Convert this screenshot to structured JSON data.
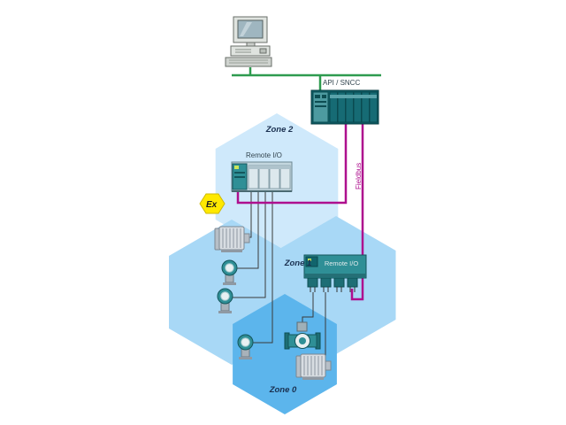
{
  "labels": {
    "api_sncc": "API / SNCC",
    "fieldbus": "Fieldbus",
    "zone2": "Zone 2",
    "zone1": "Zone 1",
    "zone0": "Zone 0",
    "remote_io_zone2": "Remote I/O",
    "remote_io_zone1": "Remote I/O",
    "ex_mark": "Ex"
  },
  "colors": {
    "network_bus_green": "#2e9b4f",
    "fieldbus_purple": "#ae0f8e",
    "zone2_fill": "#cfe9fb",
    "zone1_fill": "#a8d8f6",
    "zone0_fill": "#5cb5ec",
    "device_teal": "#2f8f96",
    "device_teal_dark": "#11646c",
    "ex_symbol_yellow": "#ffe900"
  },
  "icons": [
    {
      "name": "workstation-icon",
      "meaning": "operator workstation PC with monitor and keyboard"
    },
    {
      "name": "plc-icon",
      "meaning": "PLC controller rack connected to supervision network"
    },
    {
      "name": "remote-io-zone2-icon",
      "meaning": "remote I/O station installed in Zone 2"
    },
    {
      "name": "remote-io-zone1-icon",
      "meaning": "remote I/O station installed in Zone 1"
    },
    {
      "name": "ex-symbol",
      "meaning": "ATEX explosive-atmosphere certification mark"
    },
    {
      "name": "motor-icon",
      "meaning": "electric motor"
    },
    {
      "name": "pressure-transmitter-icon",
      "meaning": "process pressure/level transmitter"
    },
    {
      "name": "flow-meter-icon",
      "meaning": "electromagnetic flow meter"
    }
  ]
}
